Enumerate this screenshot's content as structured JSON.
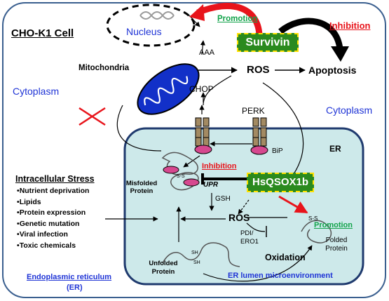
{
  "title": "CHO-K1 Cell",
  "labels": {
    "nucleus": "Nucleus",
    "aaa": "AAA",
    "mitochondria": "Mitochondria",
    "ros_top": "ROS",
    "apoptosis": "Apoptosis",
    "cytoplasm_left": "Cytoplasm",
    "cytoplasm_right": "Cytoplasm",
    "chop": "CHOP",
    "perk": "PERK",
    "bip": "BiP",
    "er": "ER",
    "misfolded_protein": "Misfolded Protein",
    "ss_left": "S-S",
    "upr": "UPR",
    "gsh": "GSH",
    "ros_er": "ROS",
    "pdi": "PDI/ ERO1",
    "oxidation": "Oxidation",
    "unfolded_protein": "Unfolded Protein",
    "sh1": "SH",
    "sh2": "SH",
    "ss_right": "S-S",
    "folded_protein": "Folded Protein",
    "er_lumen": "ER lumen microenvironment",
    "endoplasmic_reticulum": "Endoplasmic reticulum",
    "er_abbrev": "(ER)"
  },
  "effects": {
    "promotion_top": "Promotion",
    "inhibition_top": "Inhibition",
    "inhibition_er": "Inhibition",
    "promotion_er": "Promotion"
  },
  "boxes": {
    "survivin": "Survivin",
    "hsqsox1b": "HsQSOX1b"
  },
  "stress": {
    "heading": "Intracellular Stress",
    "items": [
      "Nutrient deprivation",
      "Lipids",
      "Protein expression",
      "Genetic mutation",
      "Viral infection",
      "Toxic chemicals"
    ]
  },
  "colors": {
    "cell_bg": "#ffffff",
    "er_fill": "#cde9ea",
    "er_border": "#1f3a6e",
    "box_green": "#2a8a1e",
    "box_border": "#ffe100",
    "red": "#e8141b",
    "blue_text": "#1f34d6",
    "green_text": "#12a34a",
    "mitochondria": "#1230c8"
  }
}
